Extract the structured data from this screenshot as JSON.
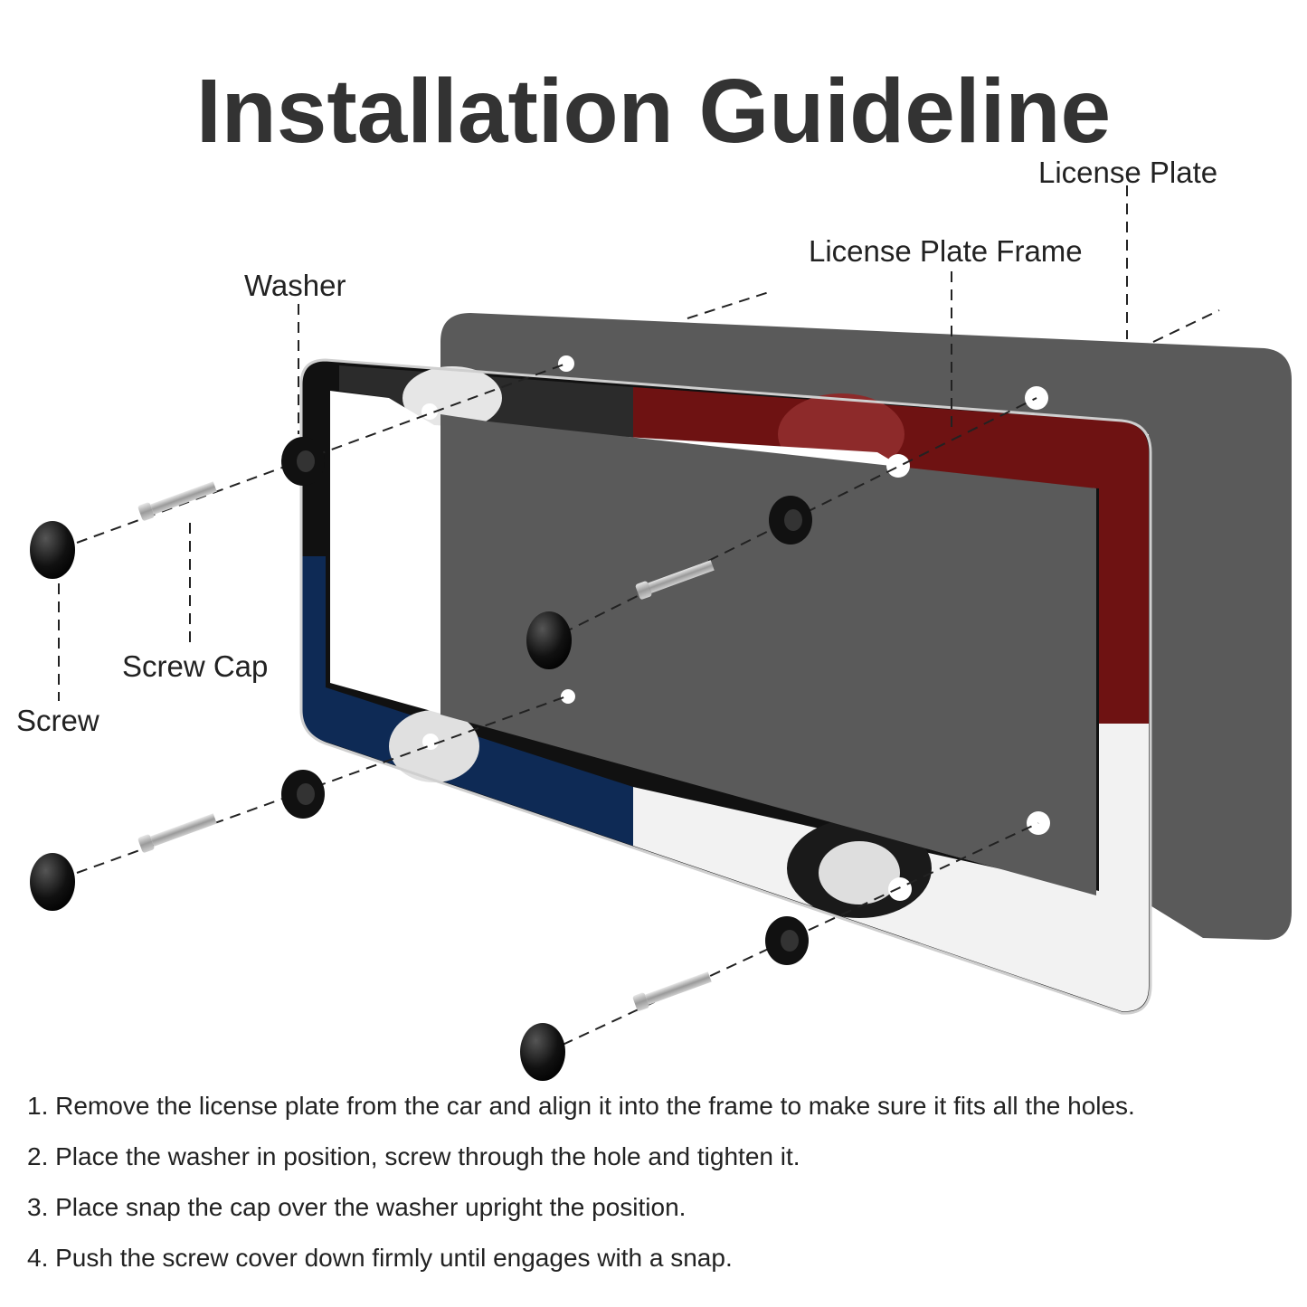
{
  "title": "Installation Guideline",
  "labels": {
    "license_plate": "License Plate",
    "license_plate_frame": "License Plate Frame",
    "washer": "Washer",
    "screw_cap": "Screw Cap",
    "screw": "Screw"
  },
  "steps": [
    "1. Remove the license plate from the car and align it into the frame to make sure it fits all the holes.",
    "2. Place the washer in position, screw through the hole and tighten it.",
    "3. Place snap the cap over the washer upright the position.",
    "4. Push the screw cover down firmly until engages with a snap."
  ],
  "colors": {
    "plate": "#5a5a5a",
    "frame_red": "#6e1212",
    "frame_blue": "#0e2a55",
    "frame_black": "#111111",
    "frame_white": "#f2f2f2",
    "hardware": "#111111"
  }
}
